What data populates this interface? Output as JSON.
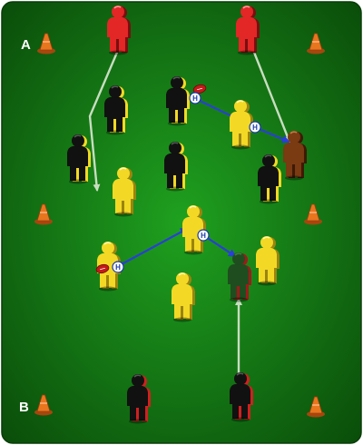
{
  "diagram": {
    "type": "drill-diagram",
    "end_labels": {
      "a": "A",
      "b": "B"
    },
    "handball_marker": "H",
    "colors": {
      "pitch_light": "#1fa11f",
      "pitch_dark": "#0a4d0a",
      "red_player": "#e32626",
      "black_player": "#111111",
      "yellow_player": "#f3d925",
      "brown_player": "#7a3a12",
      "dark_green_player": "#1f4d1f",
      "cone": "#e8761e",
      "movement_arrow": "#c8ddc0",
      "pass_arrow": "#2a3fd6",
      "ball": "#c41a1a"
    }
  }
}
